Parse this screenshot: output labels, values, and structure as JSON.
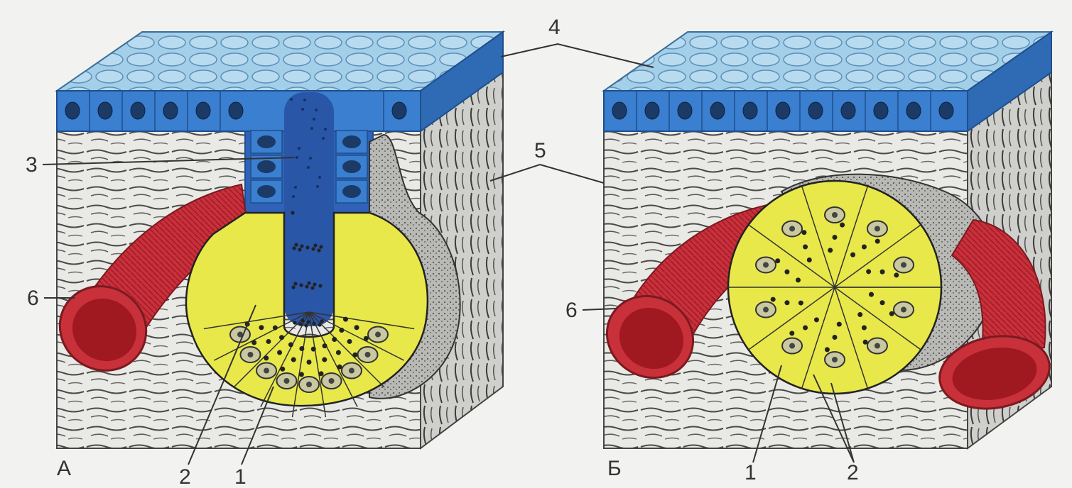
{
  "panels": [
    {
      "id": "A",
      "title": "А"
    },
    {
      "id": "B",
      "title": "Б"
    }
  ],
  "labels": {
    "n1": "1",
    "n2": "2",
    "n3": "3",
    "n4": "4",
    "n5": "5",
    "n6": "6"
  },
  "colors": {
    "epithelium_top": "#9cc9e8",
    "epithelium_side": "#3a7fd0",
    "duct": "#2f62b8",
    "gland": "#e8e84a",
    "vessel": "#c8303a",
    "vessel_lumen": "#a01820",
    "connective_tissue": "#e6e6e2",
    "background": "#f2f2f0"
  }
}
